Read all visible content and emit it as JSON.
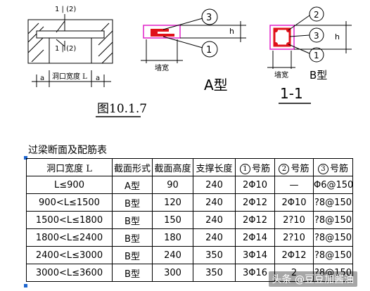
{
  "figure": {
    "label_1_2_top": "1 | (2)",
    "label_1_2_mid": "1 | (2)",
    "opening_width": "洞口宽度   L",
    "dim_a_left": "a",
    "dim_a_right": "a",
    "caption": "图10.1.7",
    "typeA_callout_top": "3",
    "typeA_callout_bottom": "1",
    "typeA_h": "h",
    "typeA_wall": "墙宽",
    "typeA_label": "A型",
    "typeB_callout_2": "2",
    "typeB_callout_3": "3",
    "typeB_callout_1": "1",
    "typeB_h": "h",
    "typeB_wall": "墙宽",
    "typeB_label": "B型",
    "section_label": "1-1",
    "rebar_color": "#e0101a",
    "section_box_color": "#e020c8"
  },
  "table": {
    "title": "过梁断面及配筋表",
    "headers": {
      "width": "洞口宽度  L",
      "section": "截面形式",
      "height": "截面高度",
      "support": "支撑长度",
      "bar1_num": "1",
      "bar1_label": "号筋",
      "bar2_num": "2",
      "bar2_label": "号筋",
      "bar3_num": "3",
      "bar3_label": "号筋"
    },
    "rows": [
      {
        "width": "L≤900",
        "type": "A型",
        "height": "90",
        "support": "240",
        "bar1": "2Φ10",
        "bar2": "—",
        "bar3": "Φ6@150"
      },
      {
        "width": "900<L≤1500",
        "type": "B型",
        "height": "120",
        "support": "240",
        "bar1": "2Φ12",
        "bar2": "2Φ10",
        "bar3": "?8@150"
      },
      {
        "width": "1500<L≤1800",
        "type": "B型",
        "height": "150",
        "support": "240",
        "bar1": "2Φ12",
        "bar2": "2?10",
        "bar3": "?8@150"
      },
      {
        "width": "1800<L≤2400",
        "type": "B型",
        "height": "180",
        "support": "240",
        "bar1": "2Φ14",
        "bar2": "2?10",
        "bar3": "?8@150"
      },
      {
        "width": "2400<L≤3000",
        "type": "B型",
        "height": "240",
        "support": "350",
        "bar1": "3Φ14",
        "bar2": "2Φ12",
        "bar3": "?8@150"
      },
      {
        "width": "3000<L≤3600",
        "type": "B型",
        "height": "300",
        "support": "350",
        "bar1": "3Φ16",
        "bar2": "2",
        "bar3": "?8@150"
      }
    ]
  },
  "watermark": "头条 @豆豆加酱油"
}
